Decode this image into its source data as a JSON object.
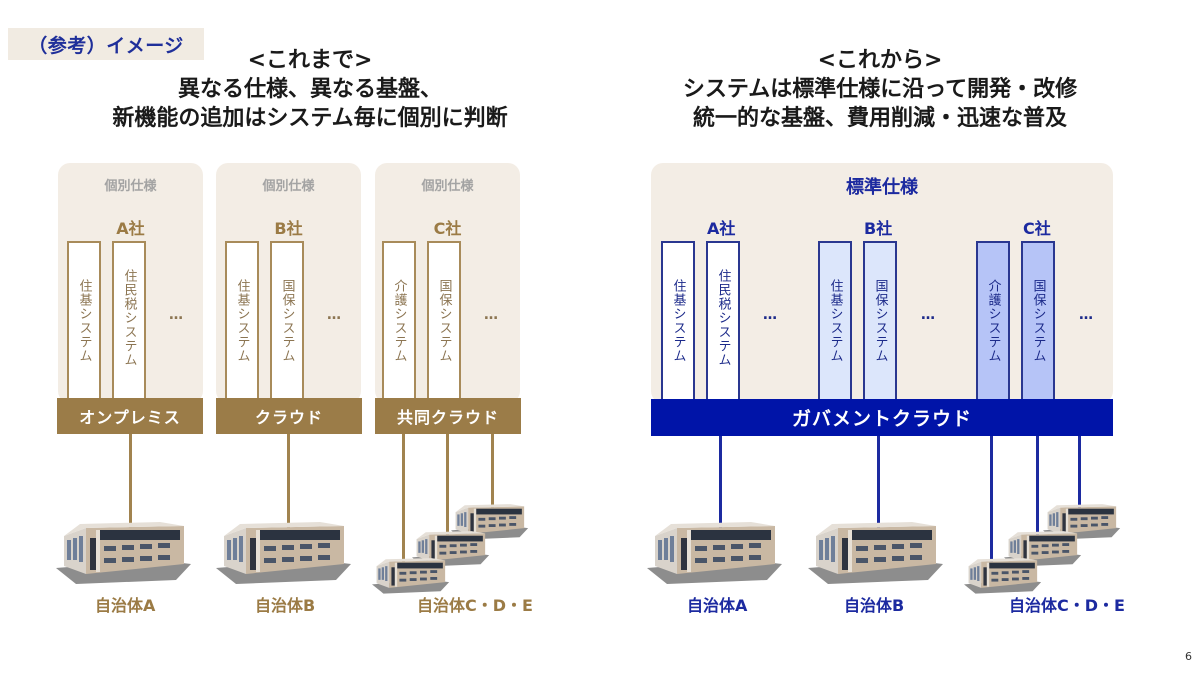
{
  "reference_tag": "（参考）イメージ",
  "before": {
    "heading": [
      "<これまで>",
      "異なる仕様、異なる基盤、",
      "新機能の追加はシステム毎に個別に判断"
    ],
    "panels": [
      {
        "spec_label": "個別仕様",
        "company": "A社",
        "systems": [
          "住基システム",
          "住民税システム"
        ],
        "more": "…",
        "infrastructure": "オンプレミス",
        "municipality": "自治体A"
      },
      {
        "spec_label": "個別仕様",
        "company": "B社",
        "systems": [
          "住基システム",
          "国保システム"
        ],
        "more": "…",
        "infrastructure": "クラウド",
        "municipality": "自治体B"
      },
      {
        "spec_label": "個別仕様",
        "company": "C社",
        "systems": [
          "介護システム",
          "国保システム"
        ],
        "more": "…",
        "infrastructure": "共同クラウド",
        "municipality": "自治体C・D・E"
      }
    ]
  },
  "after": {
    "heading": [
      "<これから>",
      "システムは標準仕様に沿って開発・改修",
      "統一的な基盤、費用削減・迅速な普及"
    ],
    "spec_label": "標準仕様",
    "companies": [
      {
        "company": "A社",
        "systems": [
          "住基システム",
          "住民税システム"
        ],
        "more": "…",
        "box_color": "#ffffff",
        "municipality": "自治体A"
      },
      {
        "company": "B社",
        "systems": [
          "住基システム",
          "国保システム"
        ],
        "more": "…",
        "box_color": "#dce6fb",
        "municipality": "自治体B"
      },
      {
        "company": "C社",
        "systems": [
          "介護システム",
          "国保システム"
        ],
        "more": "…",
        "box_color": "#b6c4f7",
        "municipality": "自治体C・D・E"
      }
    ],
    "infrastructure": "ガバメントクラウド"
  },
  "colors": {
    "old_accent": "#9b7c48",
    "new_accent": "#0014a8",
    "panel_bg": "#f3ede5"
  },
  "page_number": "6"
}
